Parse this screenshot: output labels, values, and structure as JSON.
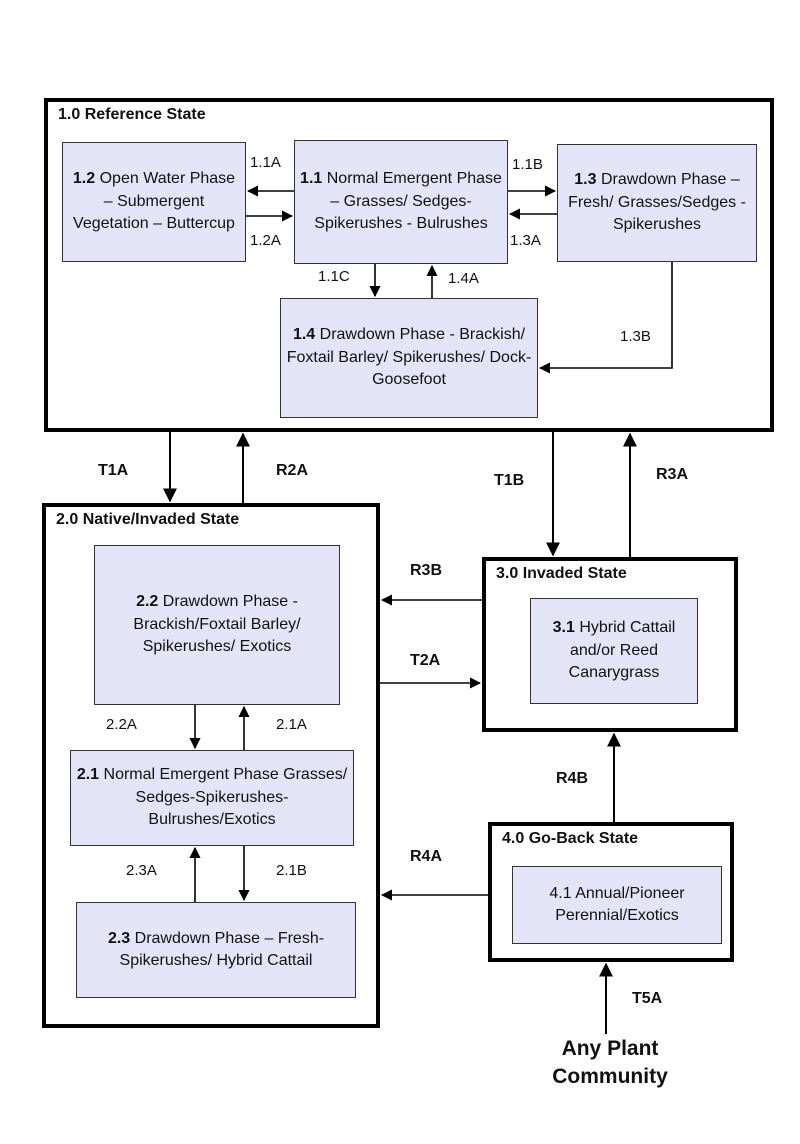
{
  "states": {
    "s1": {
      "title": "1.0 Reference State"
    },
    "s2": {
      "title": "2.0 Native/Invaded State"
    },
    "s3": {
      "title": "3.0 Invaded State"
    },
    "s4": {
      "title": "4.0 Go-Back State"
    }
  },
  "phases": {
    "p11": {
      "num": "1.1",
      "text": " Normal Emergent Phase – Grasses/ Sedges-Spikerushes - Bulrushes"
    },
    "p12": {
      "num": "1.2",
      "text": " Open Water Phase – Submergent Vegetation – Buttercup"
    },
    "p13": {
      "num": "1.3",
      "text": " Drawdown Phase – Fresh/ Grasses/Sedges - Spikerushes"
    },
    "p14": {
      "num": "1.4",
      "text": " Drawdown Phase - Brackish/ Foxtail Barley/ Spikerushes/ Dock-Goosefoot"
    },
    "p22": {
      "num": "2.2",
      "text": "  Drawdown Phase - Brackish/Foxtail Barley/ Spikerushes/ Exotics"
    },
    "p21": {
      "num": "2.1",
      "text": " Normal Emergent Phase Grasses/ Sedges-Spikerushes- Bulrushes/Exotics"
    },
    "p23": {
      "num": "2.3",
      "text": " Drawdown Phase – Fresh-Spikerushes/ Hybrid Cattail"
    },
    "p31": {
      "num": "3.1",
      "text": " Hybrid Cattail and/or Reed Canarygrass"
    },
    "p41": {
      "num": "",
      "text": "4.1 Annual/Pioneer Perennial/Exotics"
    }
  },
  "labels": {
    "l11A": "1.1A",
    "l12A": "1.2A",
    "l11B": "1.1B",
    "l13A": "1.3A",
    "l11C": "1.1C",
    "l14A": "1.4A",
    "l13B": "1.3B",
    "l22A": "2.2A",
    "l21A": "2.1A",
    "l23A": "2.3A",
    "l21B": "2.1B"
  },
  "transitions": {
    "T1A": "T1A",
    "R2A": "R2A",
    "T1B": "T1B",
    "R3A": "R3A",
    "R3B": "R3B",
    "T2A": "T2A",
    "R4B": "R4B",
    "R4A": "R4A",
    "T5A": "T5A"
  },
  "source": "Any Plant Community"
}
